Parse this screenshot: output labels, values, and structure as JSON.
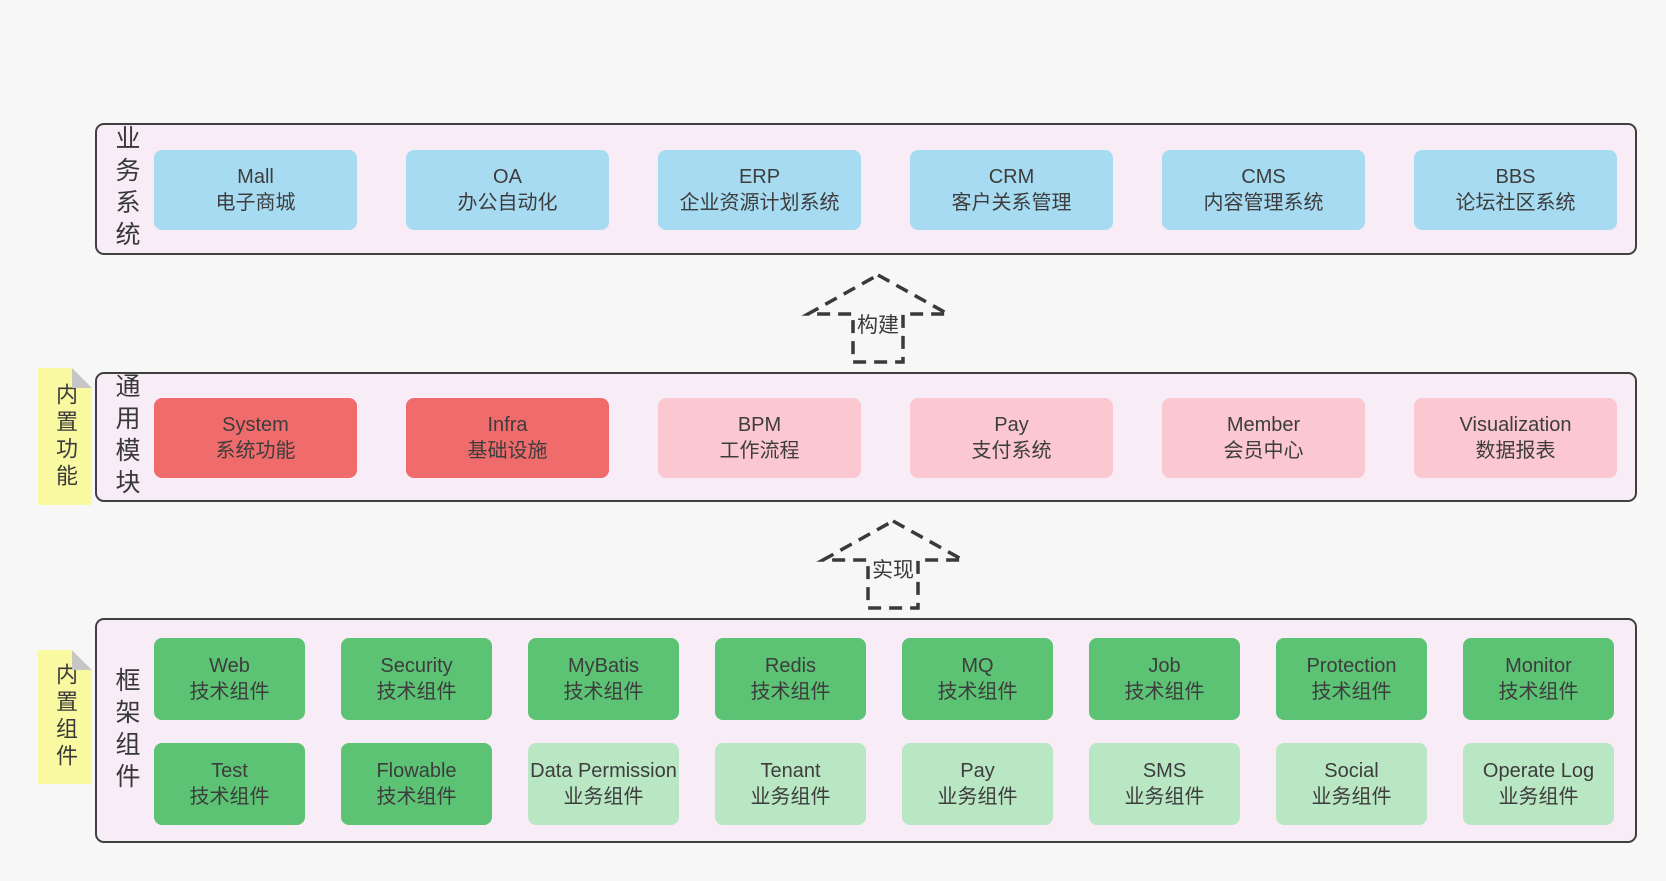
{
  "colors": {
    "page_background": "#f7f7f7",
    "layer_background": "#f8edf6",
    "layer_border": "#404040",
    "blue_box": "#a7dbf2",
    "red_box": "#f06b6b",
    "pink_box": "#fbc7d0",
    "green_box": "#5cc274",
    "light_green_box": "#bae7c3",
    "sticky_yellow": "#f9f9a1",
    "sticky_fold_gray": "#c6c6c6",
    "text": "#3d3d3d"
  },
  "arrows": [
    {
      "label": "构建"
    },
    {
      "label": "实现"
    }
  ],
  "layers": [
    {
      "label": "业务系统",
      "boxes": [
        {
          "title": "Mall",
          "subtitle": "电子商城"
        },
        {
          "title": "OA",
          "subtitle": "办公自动化"
        },
        {
          "title": "ERP",
          "subtitle": "企业资源计划系统"
        },
        {
          "title": "CRM",
          "subtitle": "客户关系管理"
        },
        {
          "title": "CMS",
          "subtitle": "内容管理系统"
        },
        {
          "title": "BBS",
          "subtitle": "论坛社区系统"
        }
      ]
    },
    {
      "label": "通用模块",
      "sticky_label": "内置功能",
      "boxes": [
        {
          "title": "System",
          "subtitle": "系统功能"
        },
        {
          "title": "Infra",
          "subtitle": "基础设施"
        },
        {
          "title": "BPM",
          "subtitle": "工作流程"
        },
        {
          "title": "Pay",
          "subtitle": "支付系统"
        },
        {
          "title": "Member",
          "subtitle": "会员中心"
        },
        {
          "title": "Visualization",
          "subtitle": "数据报表"
        }
      ]
    },
    {
      "label": "框架组件",
      "sticky_label": "内置组件",
      "boxes": [
        {
          "title": "Web",
          "subtitle": "技术组件"
        },
        {
          "title": "Security",
          "subtitle": "技术组件"
        },
        {
          "title": "MyBatis",
          "subtitle": "技术组件"
        },
        {
          "title": "Redis",
          "subtitle": "技术组件"
        },
        {
          "title": "MQ",
          "subtitle": "技术组件"
        },
        {
          "title": "Job",
          "subtitle": "技术组件"
        },
        {
          "title": "Protection",
          "subtitle": "技术组件"
        },
        {
          "title": "Monitor",
          "subtitle": "技术组件"
        },
        {
          "title": "Test",
          "subtitle": "技术组件"
        },
        {
          "title": "Flowable",
          "subtitle": "技术组件"
        },
        {
          "title": "Data Permission",
          "subtitle": "业务组件"
        },
        {
          "title": "Tenant",
          "subtitle": "业务组件"
        },
        {
          "title": "Pay",
          "subtitle": "业务组件"
        },
        {
          "title": "SMS",
          "subtitle": "业务组件"
        },
        {
          "title": "Social",
          "subtitle": "业务组件"
        },
        {
          "title": "Operate Log",
          "subtitle": "业务组件"
        }
      ]
    }
  ]
}
